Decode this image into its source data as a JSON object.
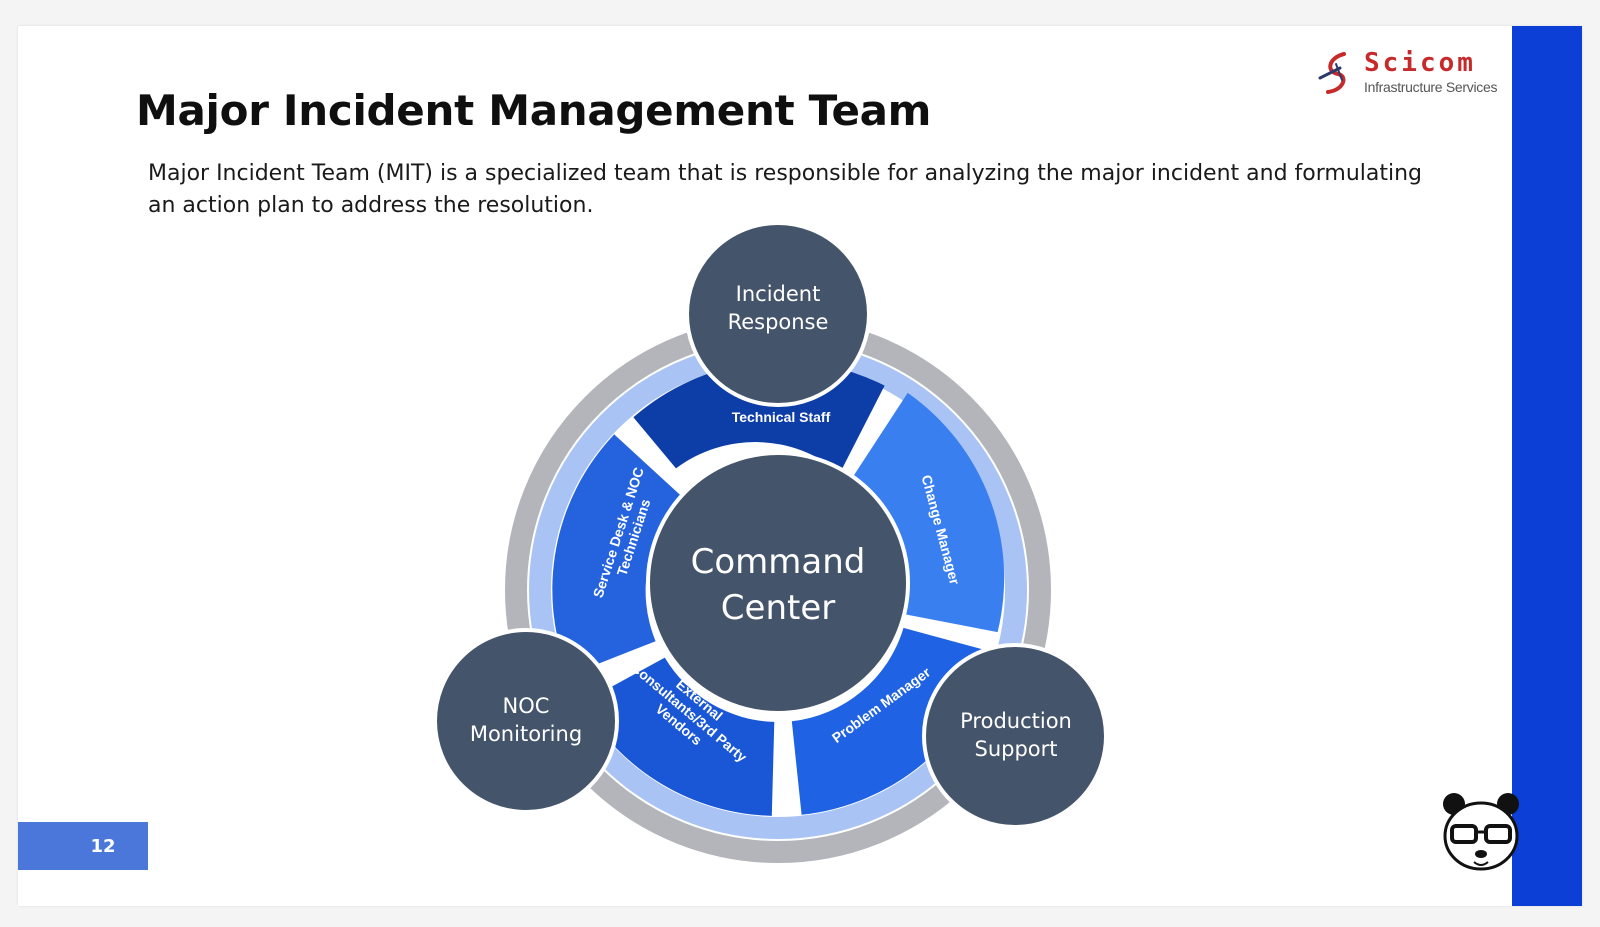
{
  "slide": {
    "title": "Major Incident Management Team",
    "description": "Major Incident Team (MIT) is a specialized team that is responsible for analyzing the major incident and formulating an action plan to address the resolution.",
    "page_number": "12"
  },
  "logo": {
    "name": "Scicom",
    "subtitle": "Infrastructure Services"
  },
  "diagram": {
    "center": {
      "line1": "Command",
      "line2": "Center"
    },
    "outer_nodes": [
      {
        "line1": "Incident",
        "line2": "Response"
      },
      {
        "line1": "NOC",
        "line2": "Monitoring"
      },
      {
        "line1": "Production",
        "line2": "Support"
      }
    ],
    "segments": [
      {
        "label": "Technical Staff"
      },
      {
        "label": "Change Manager"
      },
      {
        "label": "Problem Manager"
      },
      {
        "line1": "External",
        "line2": "Consultants/3rd Party",
        "line3": "Vendors"
      },
      {
        "line1": "Service Desk & NOC",
        "line2": "Technicians"
      }
    ]
  },
  "colors": {
    "accent_bar": "#0b3fd6",
    "node_fill": "#44546a",
    "segment_dark": "#0d3da6",
    "segment_mid": "#1f62e3",
    "segment_light": "#3a7ff0",
    "ring_light": "#a9c4f4",
    "ring_gray": "#b3b5ba",
    "page_badge": "#4a77d9"
  }
}
